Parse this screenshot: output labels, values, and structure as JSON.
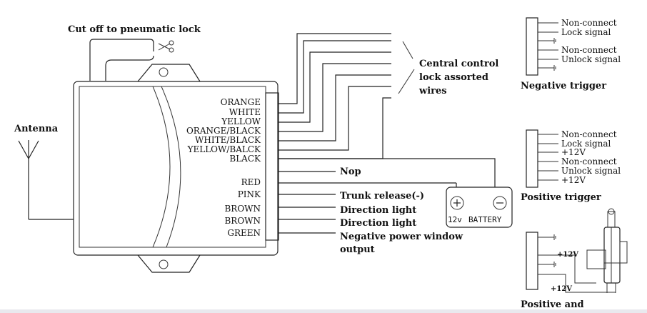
{
  "top_label": "Cut off to pneumatic lock",
  "antenna_label": "Antenna",
  "module_wires": [
    "ORANGE",
    "WHITE",
    "YELLOW",
    "ORANGE/BLACK",
    "WHITE/BLACK",
    "YELLOW/BALCK",
    "BLACK",
    "RED",
    "PINK",
    "BROWN",
    "BROWN",
    "GREEN"
  ],
  "central_lock_label": [
    "Central control",
    "lock assorted",
    "wires"
  ],
  "outputs": {
    "red": "Nop",
    "pink": "Trunk release(-)",
    "brown1": "Direction light",
    "brown2": "Direction light",
    "green": [
      "Negative power window",
      "output"
    ]
  },
  "battery": {
    "plus": "+",
    "minus": "−",
    "volt": "12v",
    "label": "BATTERY"
  },
  "negative_trigger": {
    "lines": [
      "Non-connect",
      "Lock signal",
      "Non-connect",
      "Unlock signal"
    ],
    "title": "Negative trigger"
  },
  "positive_trigger": {
    "lines": [
      "Non-connect",
      "Lock signal",
      "+12V",
      "Non-connect",
      "Unlock signal",
      "+12V"
    ],
    "title": "Positive trigger"
  },
  "positive_and": {
    "labels": [
      "+12V",
      "+12V"
    ],
    "title": "Positive and"
  }
}
